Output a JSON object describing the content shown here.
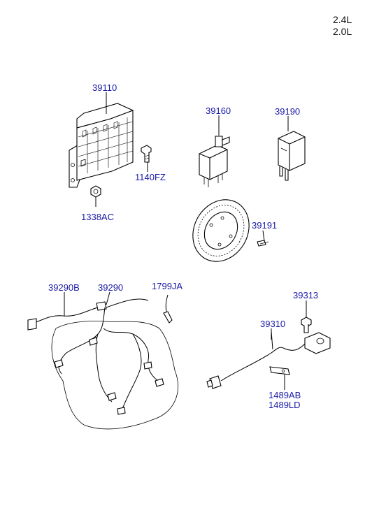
{
  "engine_variants": [
    "2.4L",
    "2.0L"
  ],
  "colors": {
    "label": "#1a1aa8",
    "line": "#000000",
    "background": "#ffffff"
  },
  "parts": [
    {
      "id": "ecu",
      "number": "39110",
      "icon": "ecu-module-icon"
    },
    {
      "id": "ecu-bolt",
      "number": "1140FZ",
      "icon": "bolt-icon"
    },
    {
      "id": "ecu-nut",
      "number": "1338AC",
      "icon": "nut-icon"
    },
    {
      "id": "relay-main",
      "number": "39160",
      "icon": "relay-icon"
    },
    {
      "id": "relay-small",
      "number": "39190",
      "icon": "relay-icon"
    },
    {
      "id": "target-wheel-screw",
      "number": "39191",
      "icon": "screw-icon"
    },
    {
      "id": "harness-adapter",
      "number": "39290B",
      "icon": "wire-harness-icon"
    },
    {
      "id": "harness-main",
      "number": "39290",
      "icon": "wire-harness-icon"
    },
    {
      "id": "harness-clip",
      "number": "1799JA",
      "icon": "clip-icon"
    },
    {
      "id": "sensor-bolt",
      "number": "39313",
      "icon": "bolt-icon"
    },
    {
      "id": "crank-sensor",
      "number": "39310",
      "icon": "sensor-icon"
    },
    {
      "id": "sensor-bracket-a",
      "number": "1489AB",
      "icon": "bracket-icon"
    },
    {
      "id": "sensor-bracket-b",
      "number": "1489LD",
      "icon": "bracket-icon"
    }
  ]
}
